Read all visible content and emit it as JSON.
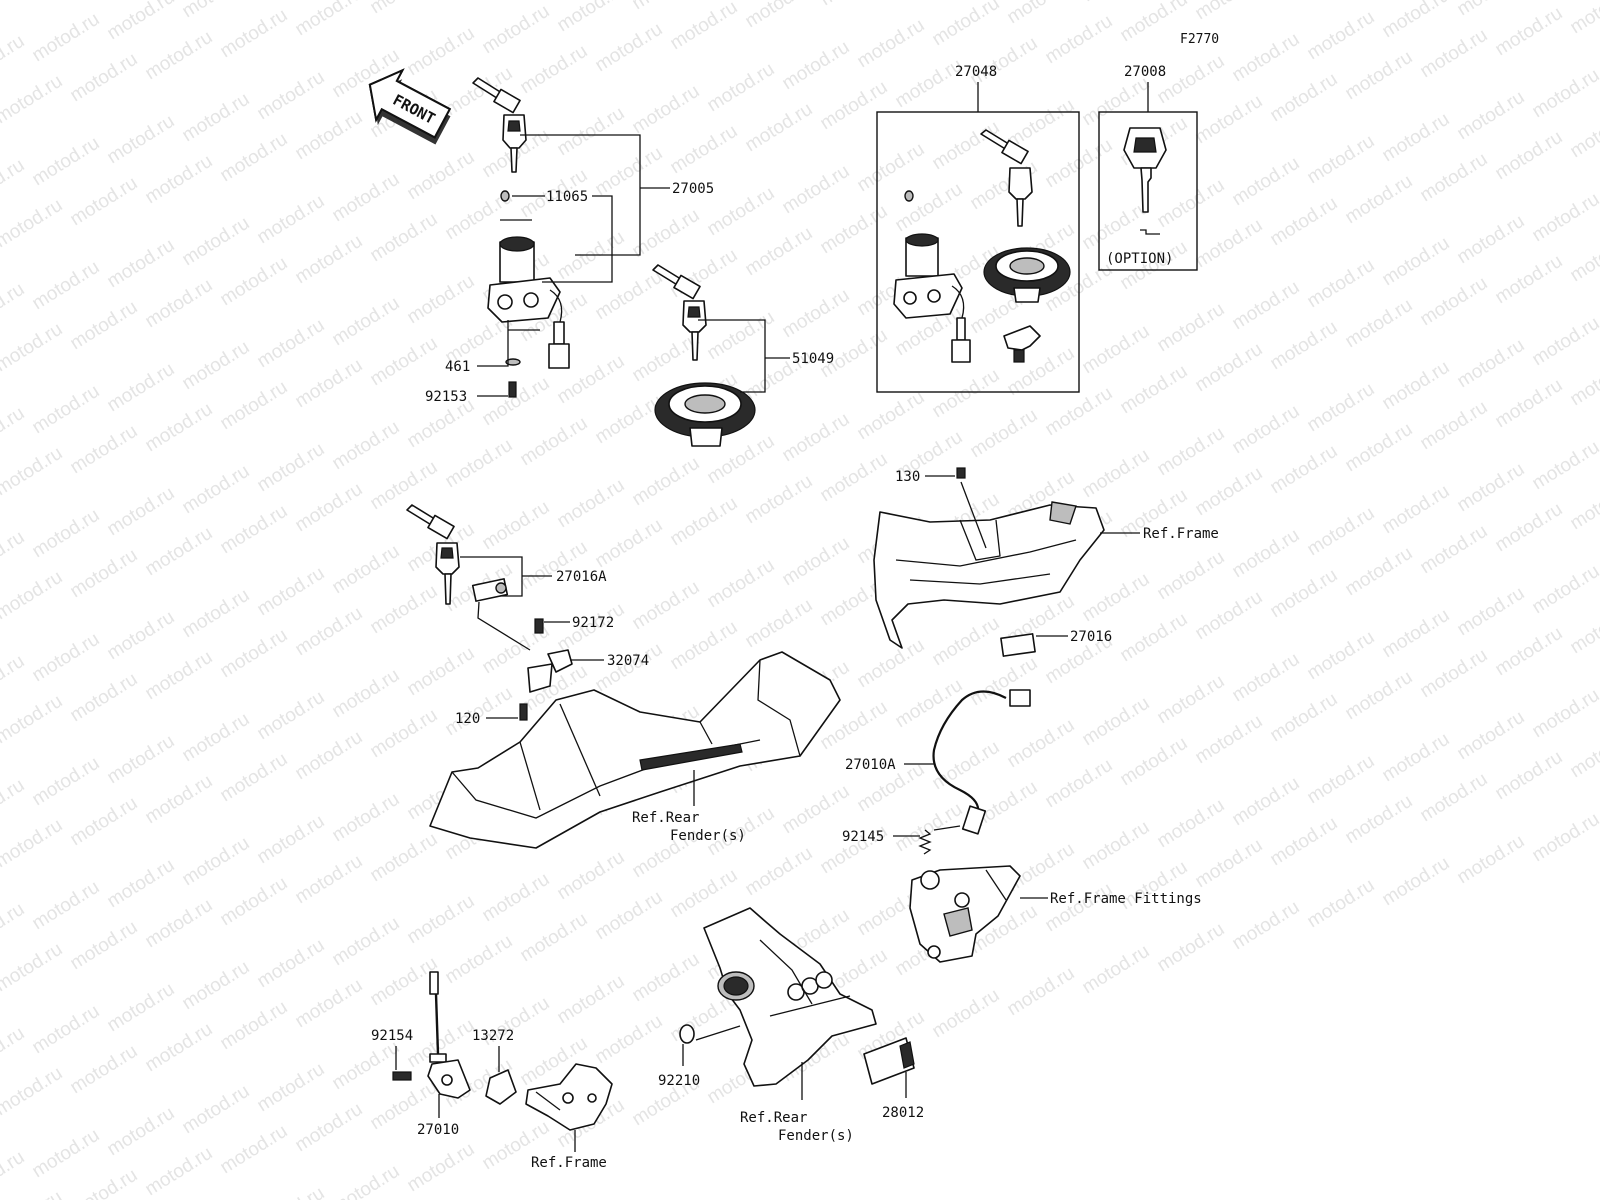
{
  "diagram_code": "F2770",
  "watermark": "motod.ru",
  "front_arrow_text": "FRONT",
  "option_text": "(OPTION)",
  "labels": {
    "p27048": "27048",
    "p27008": "27008",
    "p27005": "27005",
    "p11065": "11065",
    "p461": "461",
    "p92153": "92153",
    "p51049": "51049",
    "p130": "130",
    "ref_frame_1": "Ref.Frame",
    "p27016": "27016",
    "p27016A": "27016A",
    "p92172": "92172",
    "p32074": "32074",
    "p120": "120",
    "ref_rear_fender_1a": "Ref.Rear",
    "ref_rear_fender_1b": "Fender(s)",
    "p27010A": "27010A",
    "p92145": "92145",
    "ref_frame_fittings": "Ref.Frame Fittings",
    "p92154": "92154",
    "p13272": "13272",
    "p27010": "27010",
    "ref_frame_2": "Ref.Frame",
    "p92210": "92210",
    "ref_rear_fender_2a": "Ref.Rear",
    "ref_rear_fender_2b": "Fender(s)",
    "p28012": "28012"
  }
}
